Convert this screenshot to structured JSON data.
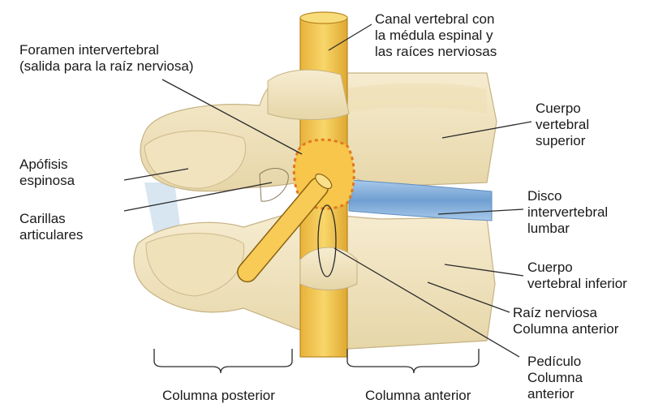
{
  "labels": {
    "canal": "Canal vertebral con\nla médula espinal y\nlas raíces nerviosas",
    "foramen": "Foramen intervertebral\n(salida para la raíz nerviosa)",
    "cuerpo_superior": "Cuerpo\nvertebral\nsuperior",
    "apofisis": "Apófisis\nespinosa",
    "disco": "Disco\nintervertebral\nlumbar",
    "carillas": "Carillas\narticulares",
    "cuerpo_inferior": "Cuerpo\nvertebral inferior",
    "raiz": "Raíz nerviosa\nColumna anterior",
    "pediculo": "Pedículo\nColumna\nanterior",
    "columna_posterior": "Columna posterior",
    "columna_anterior": "Columna anterior"
  },
  "colors": {
    "bone": "#f2e6c2",
    "bone_shadow": "#d9c99a",
    "spinal_cord": "#f5c84a",
    "foramen": "#f7c64a",
    "foramen_border": "#e07a1e",
    "disc": "#8fb8e0",
    "ligament": "#c9dbe8",
    "line": "#2a2a2a"
  }
}
